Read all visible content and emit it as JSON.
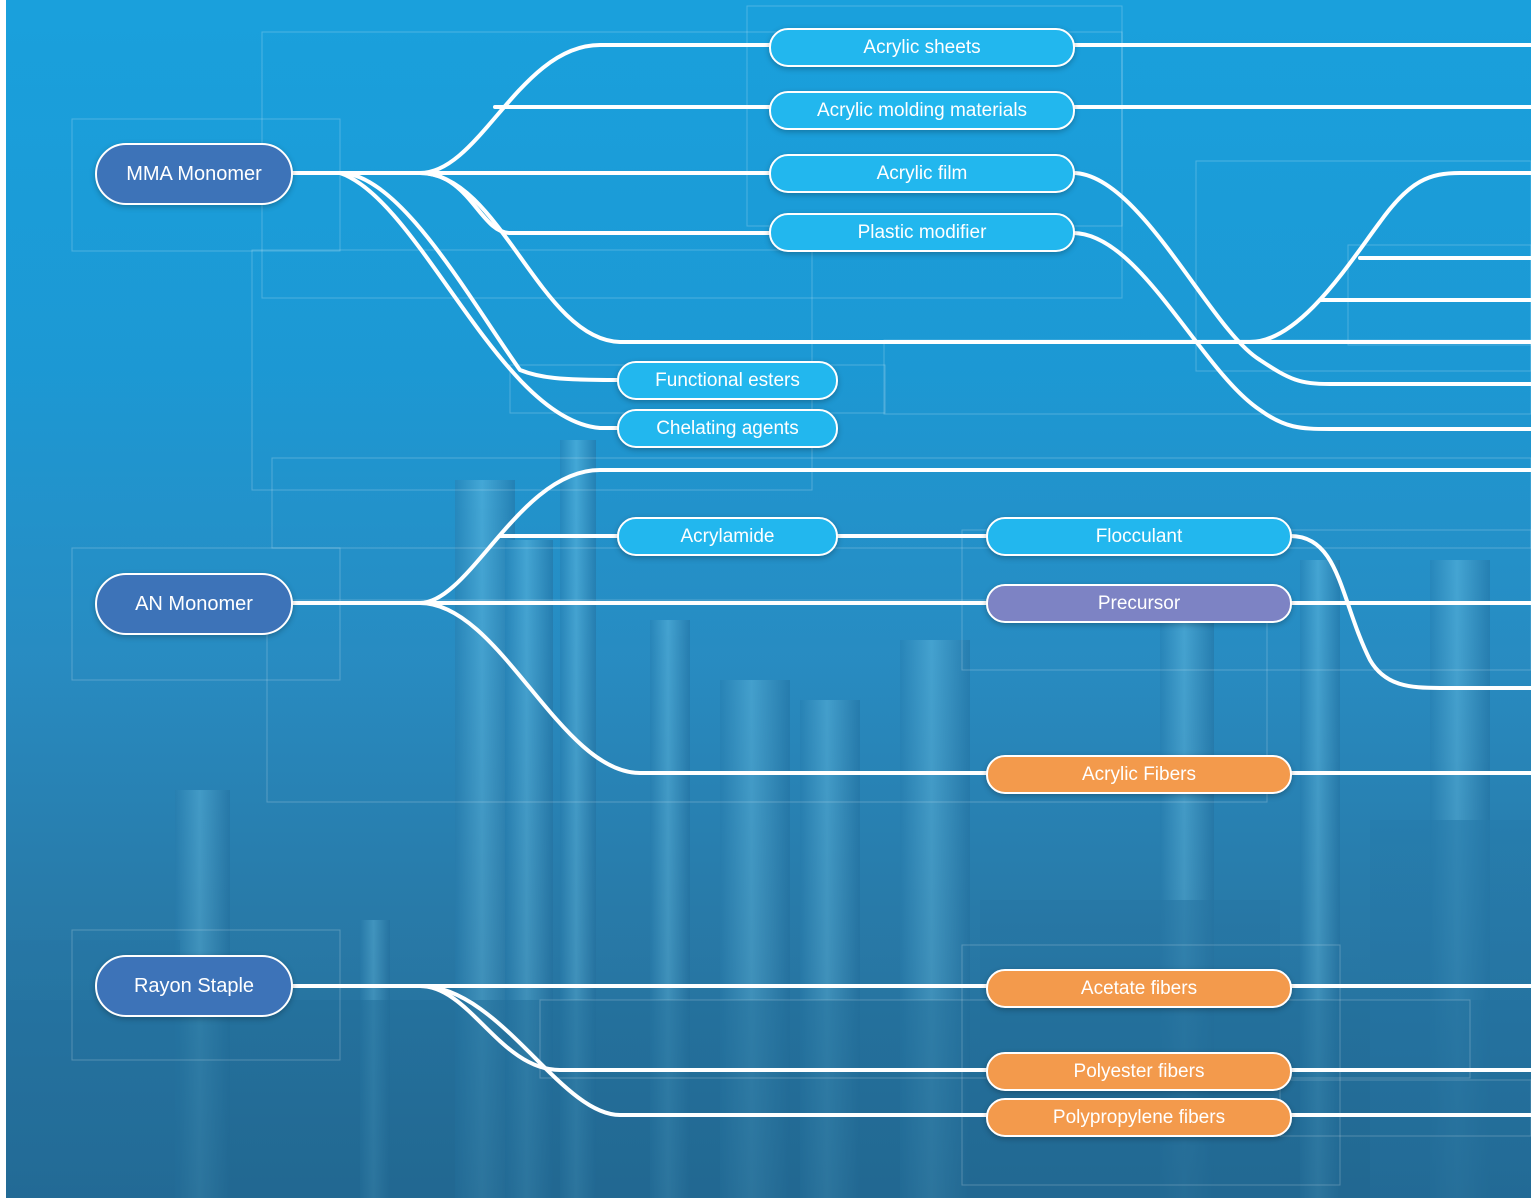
{
  "diagram": {
    "colors": {
      "root": "#3d73b8",
      "product": "#22b7ee",
      "precursor": "#7d83c4",
      "fiber": "#f39a4c",
      "connector": "#ffffff"
    },
    "roots": {
      "mma": "MMA Monomer",
      "an": "AN Monomer",
      "rayon": "Rayon Staple"
    },
    "mma_products": {
      "acrylic_sheets": "Acrylic sheets",
      "acrylic_molding": "Acrylic molding materials",
      "acrylic_film": "Acrylic film",
      "plastic_modifier": "Plastic modifier",
      "functional_esters": "Functional esters",
      "chelating_agents": "Chelating agents"
    },
    "an_products": {
      "acrylamide": "Acrylamide",
      "flocculant": "Flocculant",
      "precursor": "Precursor",
      "acrylic_fibers": "Acrylic Fibers"
    },
    "rayon_products": {
      "acetate_fibers": "Acetate fibers",
      "polyester_fibers": "Polyester fibers",
      "polypropylene_fibers": "Polypropylene fibers"
    }
  }
}
